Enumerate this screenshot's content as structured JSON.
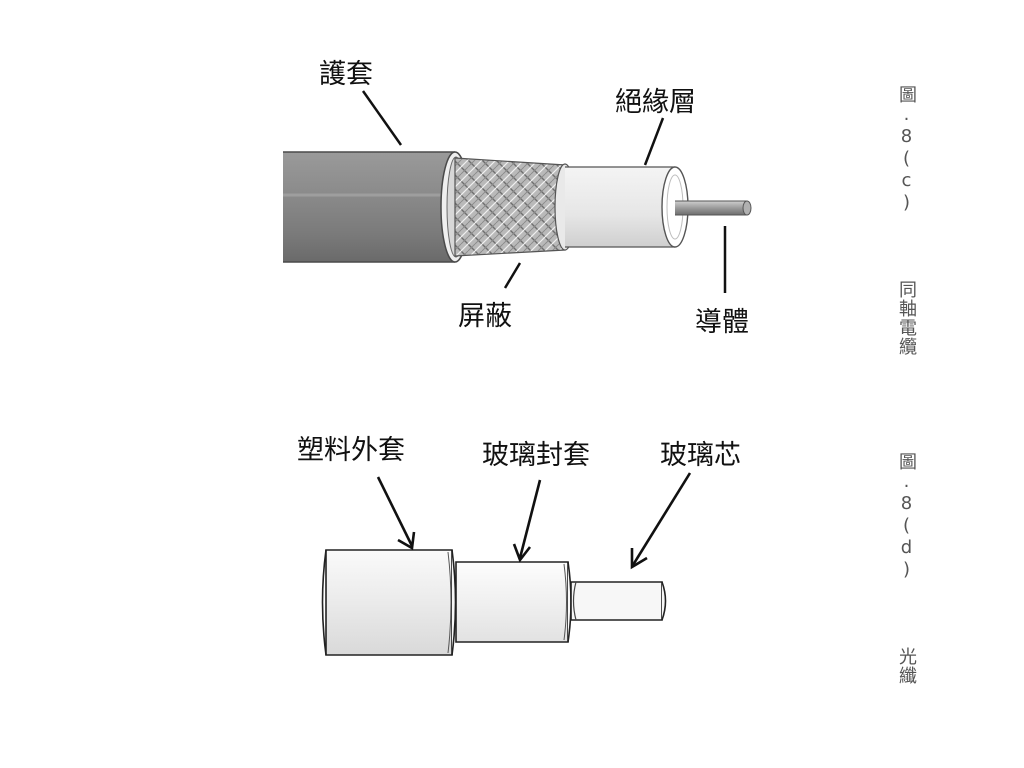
{
  "coax": {
    "labels": {
      "jacket": "護套",
      "insulation": "絕緣層",
      "shield": "屏蔽",
      "conductor": "導體"
    }
  },
  "fiber": {
    "labels": {
      "plastic_jacket": "塑料外套",
      "glass_cladding": "玻璃封套",
      "glass_core": "玻璃芯"
    }
  },
  "captions": {
    "c_number": "圖.8(c)",
    "c_title": "同軸電纜",
    "d_number": "圖.8(d)",
    "d_title": "光纖"
  }
}
